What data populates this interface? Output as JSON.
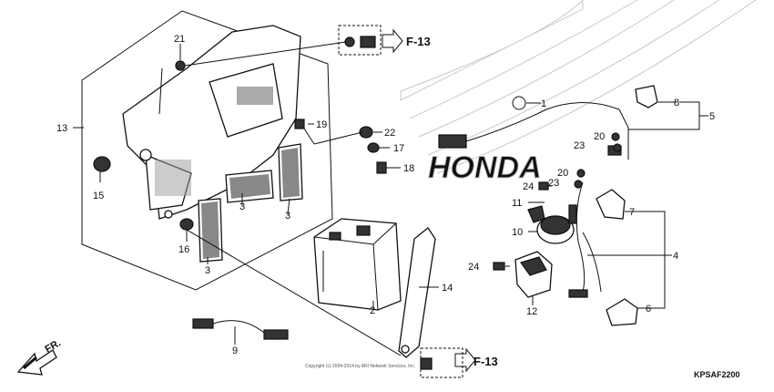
{
  "diagram": {
    "catalog_code": "KPSAF2200",
    "copyright": "Copyright (c) 2004-2014 by ARI Network Services, Inc.",
    "watermark": "HONDA",
    "direction_label": "FR.",
    "references": [
      "F-13",
      "F-13"
    ],
    "callouts": [
      "1",
      "2",
      "3",
      "3",
      "3",
      "4",
      "5",
      "6",
      "7",
      "8",
      "9",
      "10",
      "11",
      "12",
      "13",
      "14",
      "15",
      "16",
      "17",
      "18",
      "19",
      "20",
      "20",
      "21",
      "22",
      "23",
      "23",
      "24",
      "24"
    ]
  }
}
